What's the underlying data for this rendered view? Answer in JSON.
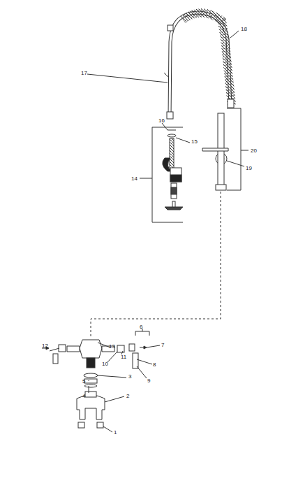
{
  "diagram": {
    "labels": [
      "1",
      "2",
      "3",
      "4",
      "5",
      "6",
      "7",
      "8",
      "9",
      "10",
      "11",
      "12",
      "13",
      "14",
      "15",
      "16",
      "17",
      "18",
      "19",
      "20"
    ]
  }
}
